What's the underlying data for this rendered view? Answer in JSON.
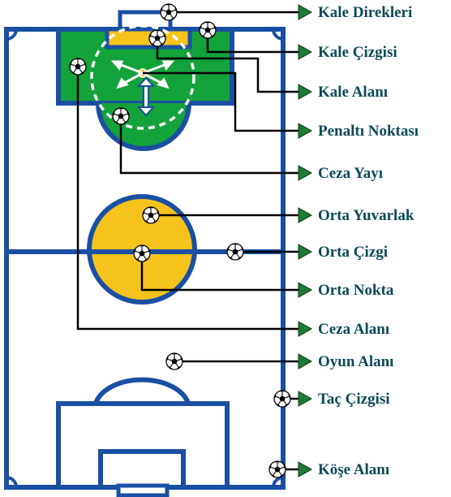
{
  "diagram": {
    "labels": [
      {
        "id": "goal-posts",
        "text": "Kale Direkleri"
      },
      {
        "id": "goal-line",
        "text": "Kale Çizgisi"
      },
      {
        "id": "goal-area",
        "text": "Kale Alanı"
      },
      {
        "id": "penalty-spot",
        "text": "Penaltı Noktası"
      },
      {
        "id": "penalty-arc",
        "text": "Ceza Yayı"
      },
      {
        "id": "center-circle",
        "text": "Orta Yuvarlak"
      },
      {
        "id": "halfway-line",
        "text": "Orta Çizgi"
      },
      {
        "id": "center-spot",
        "text": "Orta Nokta"
      },
      {
        "id": "penalty-area",
        "text": "Ceza Alanı"
      },
      {
        "id": "field-of-play",
        "text": "Oyun Alanı"
      },
      {
        "id": "touch-line",
        "text": "Taç Çizgisi"
      },
      {
        "id": "corner-area",
        "text": "Köşe Alanı"
      }
    ]
  },
  "colors": {
    "field_line": "#1a4fa3",
    "goal_green": "#14a23a",
    "center_yellow": "#f6c21c",
    "pointer": "#000000",
    "arrow_head": "#1f7a33",
    "label_text": "#0c4a56"
  },
  "icons": {
    "marker": "soccer-ball-icon",
    "pointer_head": "green-triangle-arrow-icon"
  }
}
